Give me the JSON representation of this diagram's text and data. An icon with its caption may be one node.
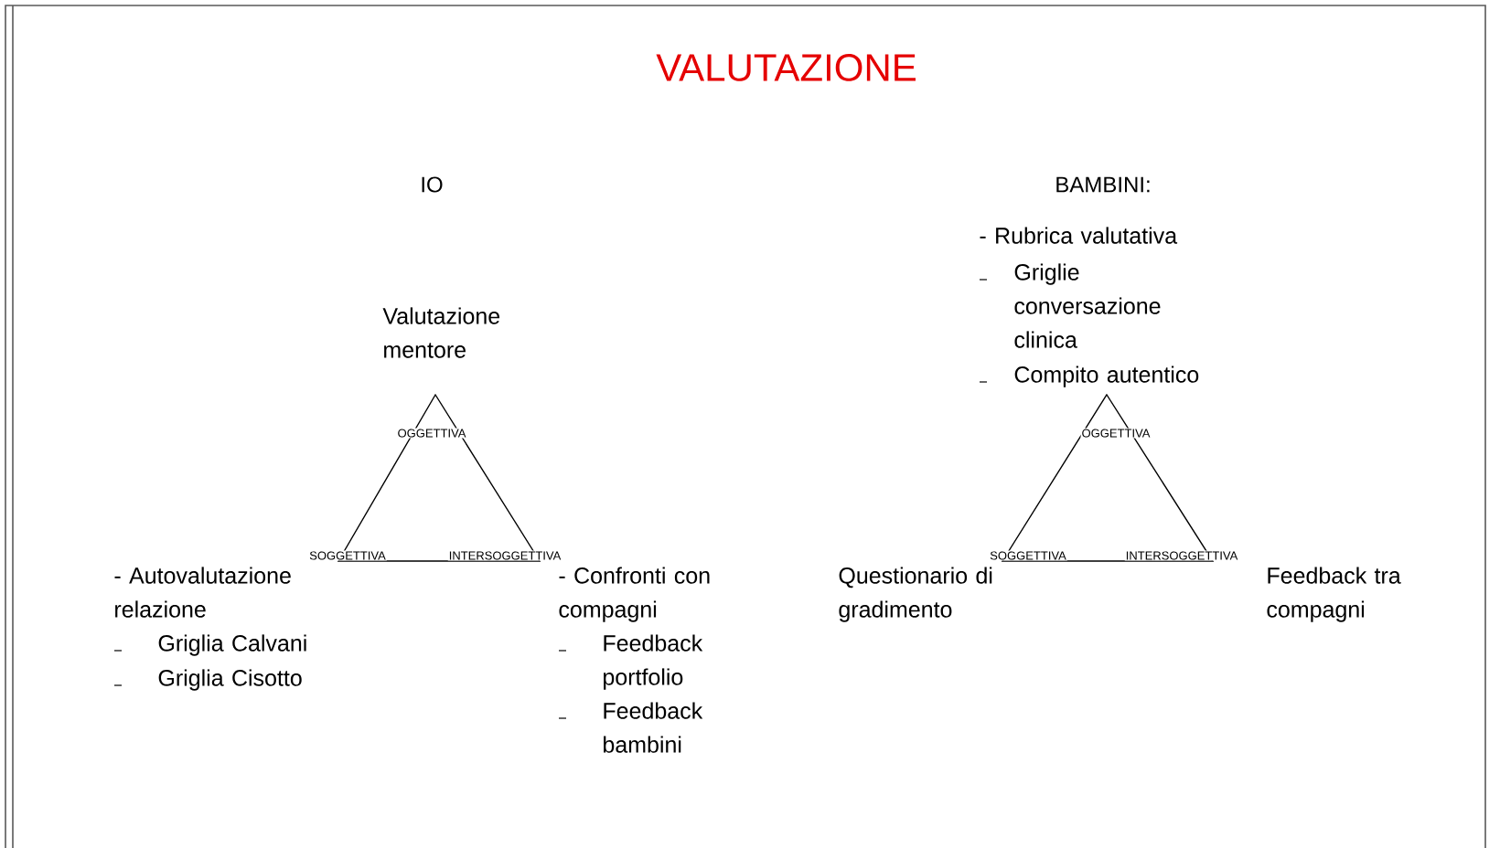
{
  "diagram": {
    "title": "VALUTAZIONE",
    "nodes": [
      {
        "text": [
          "OGGETTIVA",
          "SOGGETTIVA",
          "INTERSOGGETTIVA"
        ],
        "beside": [
          "Valutazione mentore",
          "- Autovalutazione relazione",
          "Griglia Calvani",
          "Griglia Cisotto",
          "- Confronti con compagni",
          "Feedback portfolio",
          "Feedback bambini"
        ]
      },
      {
        "text": [
          "OGGETTIVA",
          "SOGGETTIVA",
          "INTERSOGGETTIVA"
        ],
        "beside": [
          "- Rubrica valutativa",
          "Griglie conversazione clinica",
          "Compito autentico",
          "Questionario di gradimento",
          "Feedback tra compagni"
        ]
      }
    ],
    "labels": [
      "IO",
      "BAMBINI:"
    ]
  }
}
